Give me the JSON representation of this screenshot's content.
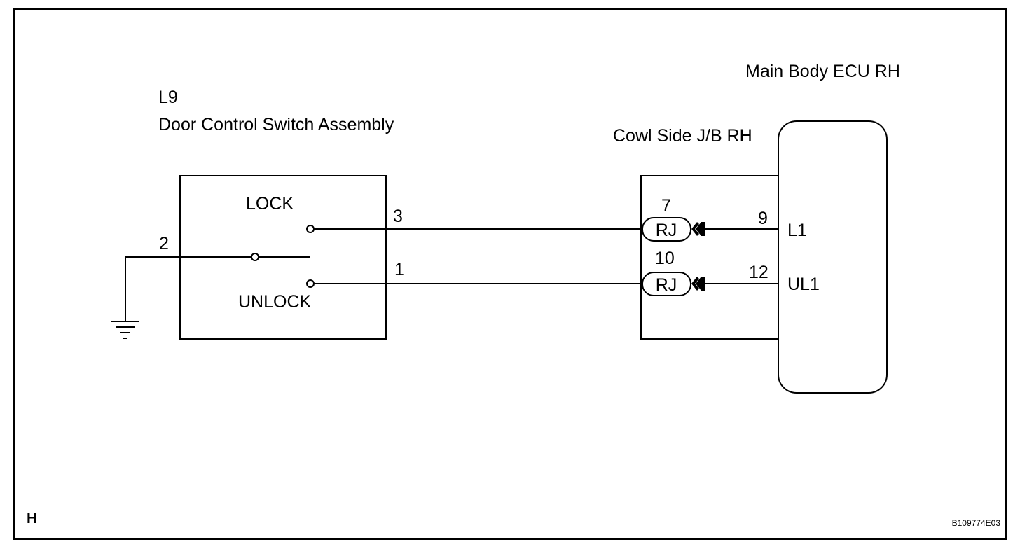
{
  "switch_assembly": {
    "ref": "L9",
    "name": "Door Control Switch Assembly",
    "lock_label": "LOCK",
    "unlock_label": "UNLOCK",
    "pins": {
      "lock": "3",
      "common": "2",
      "unlock": "1"
    }
  },
  "junction_block": {
    "name": "Cowl Side J/B RH",
    "connectors": [
      {
        "pin": "7",
        "code": "RJ"
      },
      {
        "pin": "10",
        "code": "RJ"
      }
    ]
  },
  "ecu": {
    "name": "Main Body ECU RH",
    "terminals": [
      {
        "pin": "9",
        "name": "L1"
      },
      {
        "pin": "12",
        "name": "UL1"
      }
    ]
  },
  "footer": {
    "corner_mark": "H",
    "figure_code": "B109774E03"
  }
}
